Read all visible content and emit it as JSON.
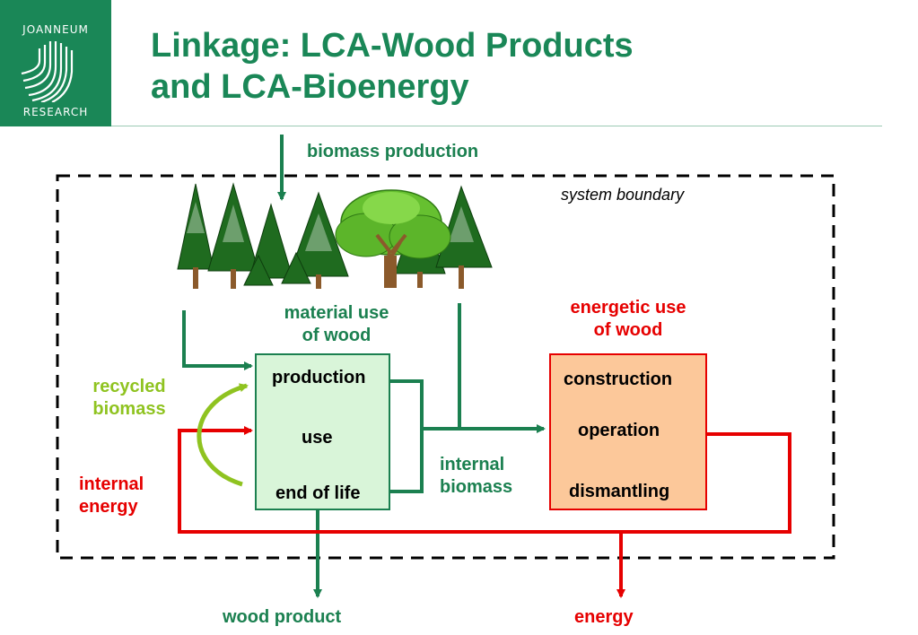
{
  "logo": {
    "line1": "JOANNEUM",
    "line2": "RESEARCH"
  },
  "title": {
    "line1": "Linkage: LCA-Wood Products",
    "line2": "and LCA-Bioenergy"
  },
  "labels": {
    "biomass_production": "biomass production",
    "system_boundary": "system boundary",
    "material_use_1": "material use",
    "material_use_2": "of wood",
    "energetic_use_1": "energetic use",
    "energetic_use_2": "of wood",
    "recycled_1": "recycled",
    "recycled_2": "biomass",
    "internal_energy_1": "internal",
    "internal_energy_2": "energy",
    "internal_biomass_1": "internal",
    "internal_biomass_2": "biomass",
    "wood_product": "wood product",
    "energy": "energy"
  },
  "wood_box": {
    "production": "production",
    "use": "use",
    "end_of_life": "end of life"
  },
  "energy_box": {
    "construction": "construction",
    "operation": "operation",
    "dismantling": "dismantling"
  },
  "colors": {
    "brand_green": "#1a8757",
    "flow_green": "#1b8050",
    "energy_red": "#e60000",
    "recycle_lime": "#8fc320",
    "wood_box_fill": "#d9f5d9",
    "energy_box_fill": "#fcc89a"
  }
}
